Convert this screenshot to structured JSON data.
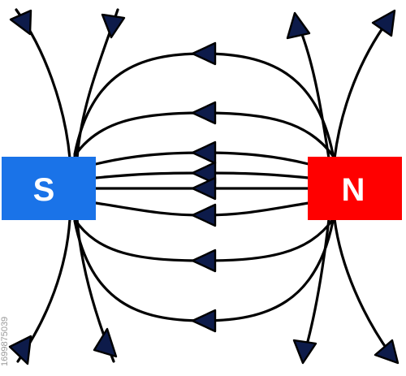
{
  "magnets": {
    "south": {
      "label": "S",
      "color": "#1a73e8"
    },
    "north": {
      "label": "N",
      "color": "#ff0000"
    }
  },
  "field": {
    "line_color": "#000000",
    "arrow_color": "#0d1b4a",
    "arrow_direction": "from N to S"
  },
  "watermark": {
    "id_text": "1699875039"
  }
}
